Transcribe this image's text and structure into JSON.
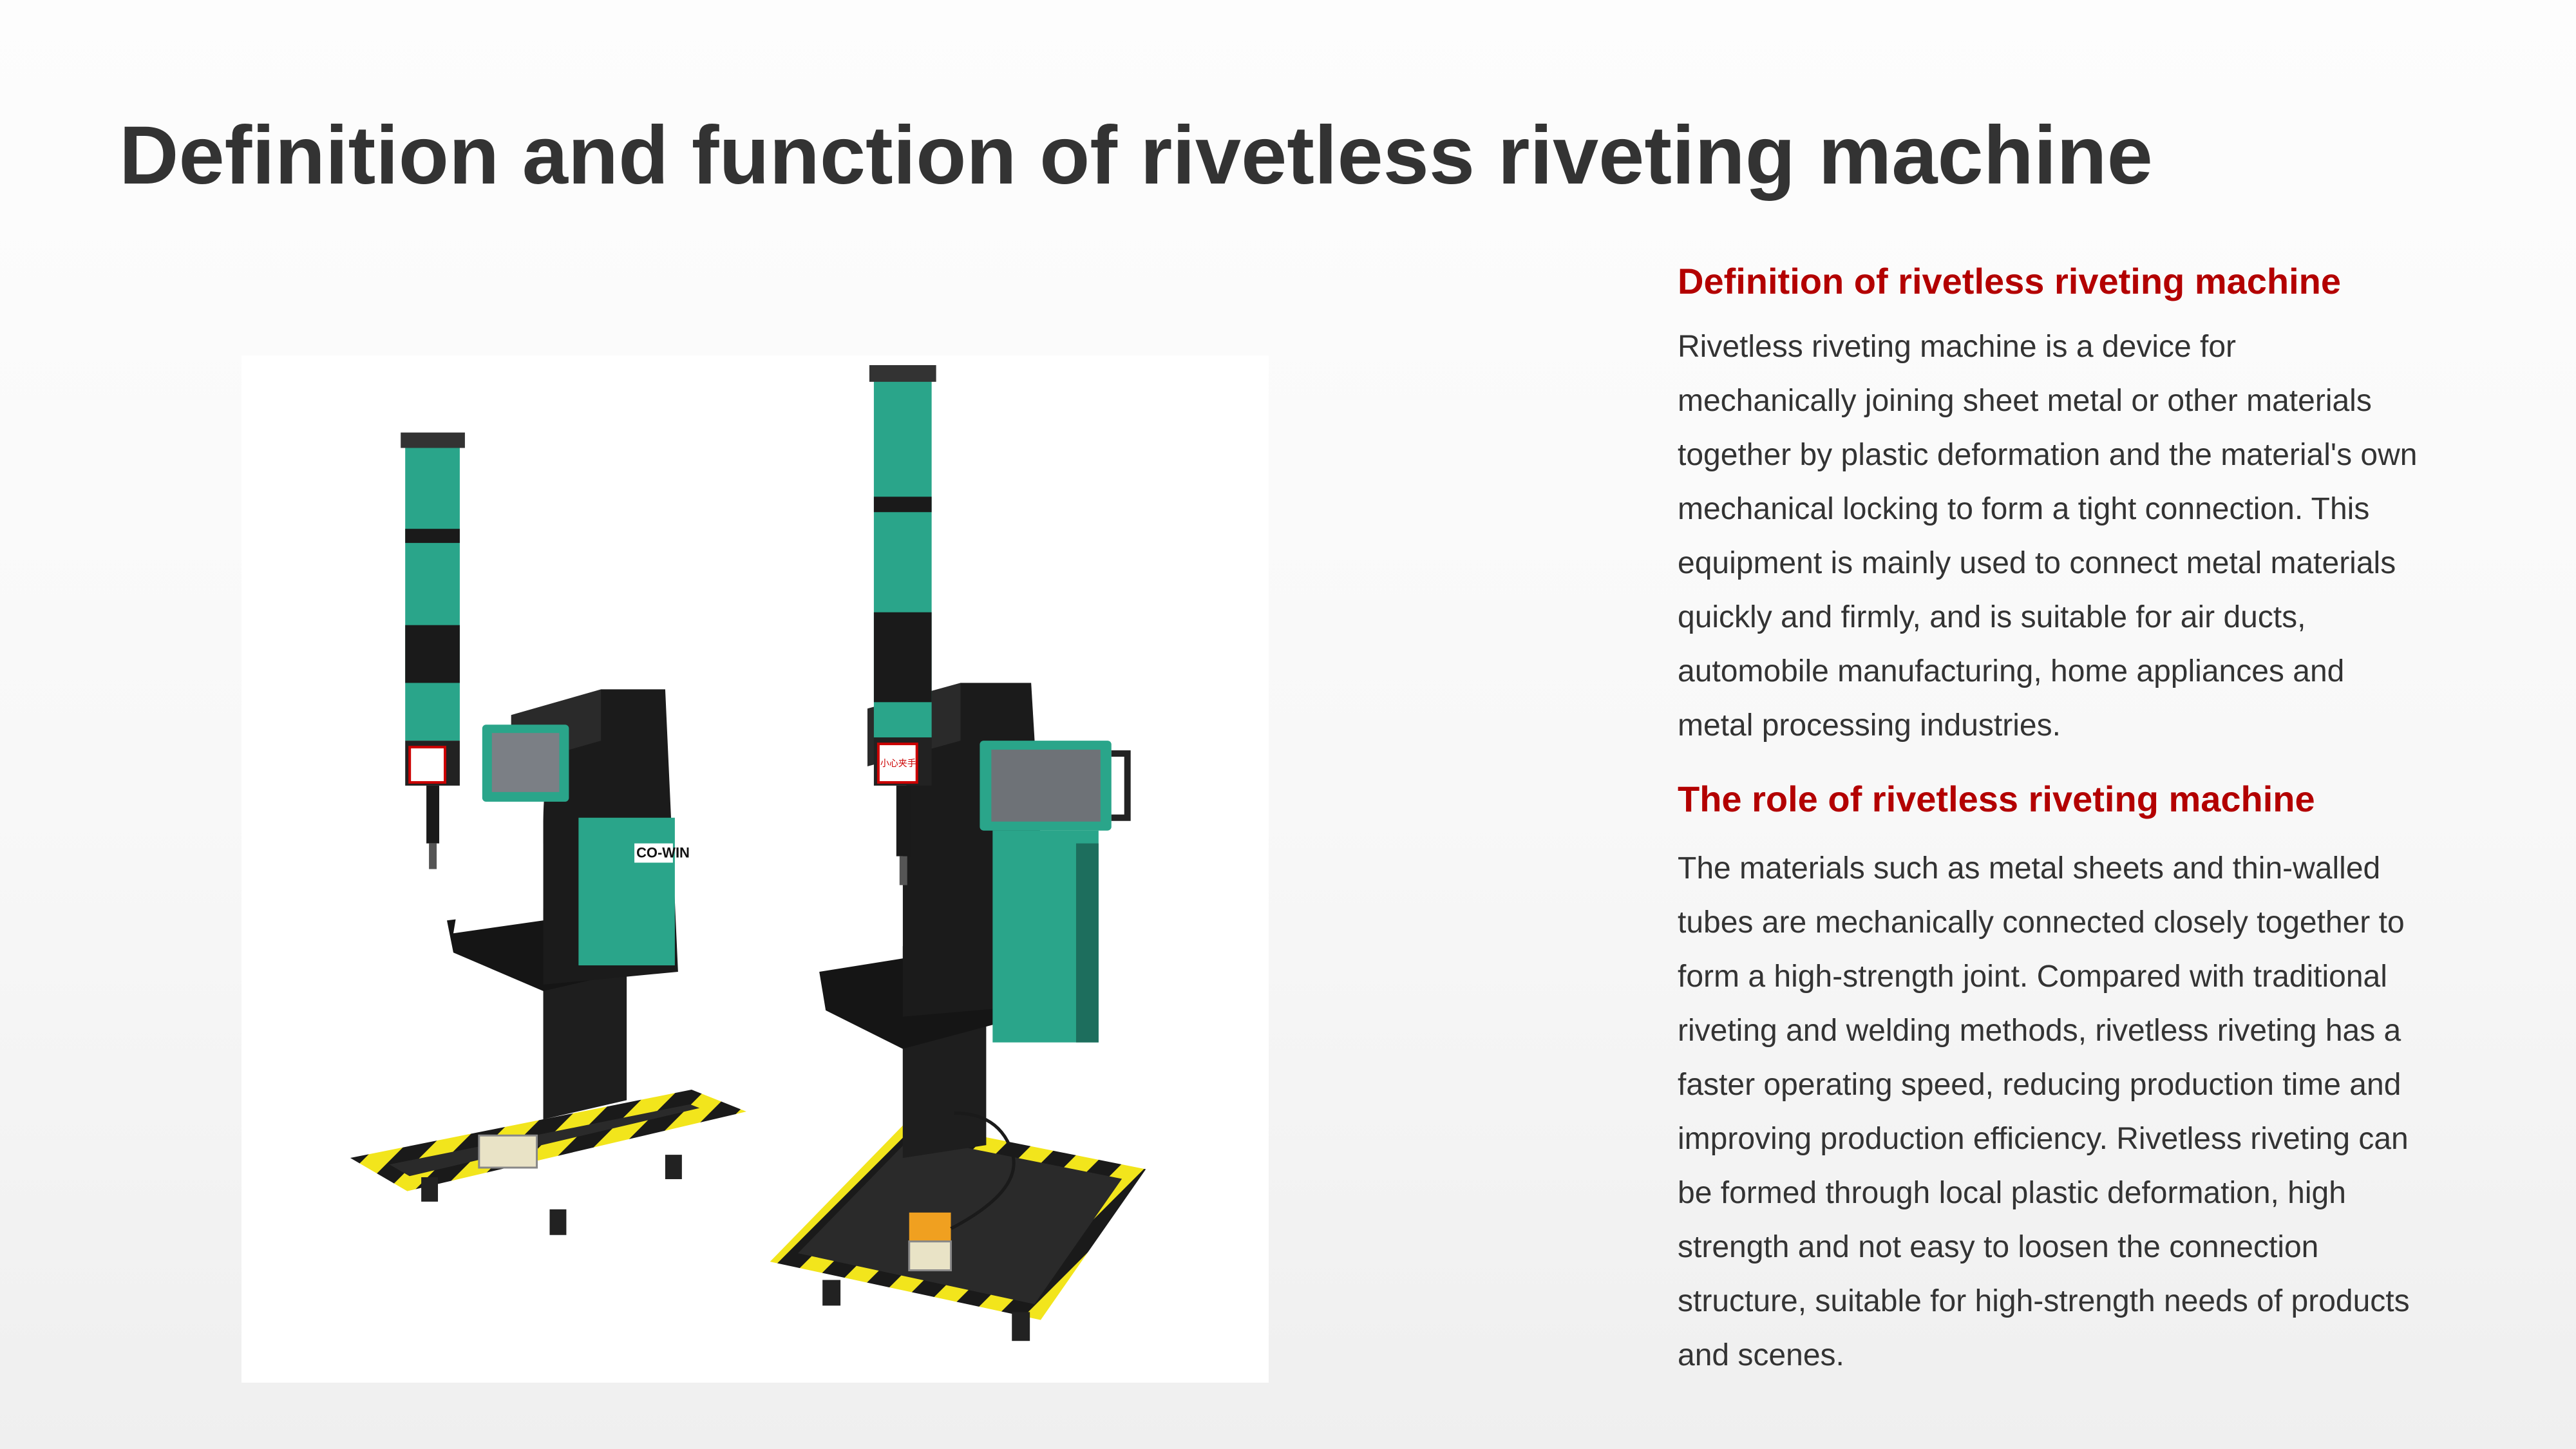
{
  "page": {
    "title": "Definition and function of rivetless riveting machine"
  },
  "colors": {
    "title": "#333333",
    "accent": "#b30000",
    "body_text": "#333333",
    "machine_green": "#2aa58a",
    "machine_black": "#1b1b1b"
  },
  "image": {
    "brand_label": "CO-WIN",
    "warning_label": "小心夹手"
  },
  "definition": {
    "heading": "Definition of rivetless riveting machine",
    "lines": [
      "Rivetless riveting machine is a device for",
      "mechanically joining sheet metal or other materials",
      "together by plastic deformation and the material's own",
      "mechanical locking to form a tight connection. This",
      "equipment is mainly used to connect metal materials",
      "quickly and firmly, and is suitable for air ducts,",
      "automobile manufacturing, home appliances and",
      "metal processing industries."
    ]
  },
  "role": {
    "heading": "The role of rivetless riveting machine",
    "lines": [
      "The materials such as metal sheets and thin-walled",
      "tubes are mechanically connected closely together to",
      "form a high-strength joint. Compared with traditional",
      "riveting and welding methods, rivetless riveting has a",
      "faster operating speed, reducing production time and",
      "improving production efficiency. Rivetless riveting can",
      "be formed through local plastic deformation, high",
      "strength and not easy to loosen the connection",
      "structure, suitable for high-strength needs of products",
      "and scenes."
    ]
  }
}
